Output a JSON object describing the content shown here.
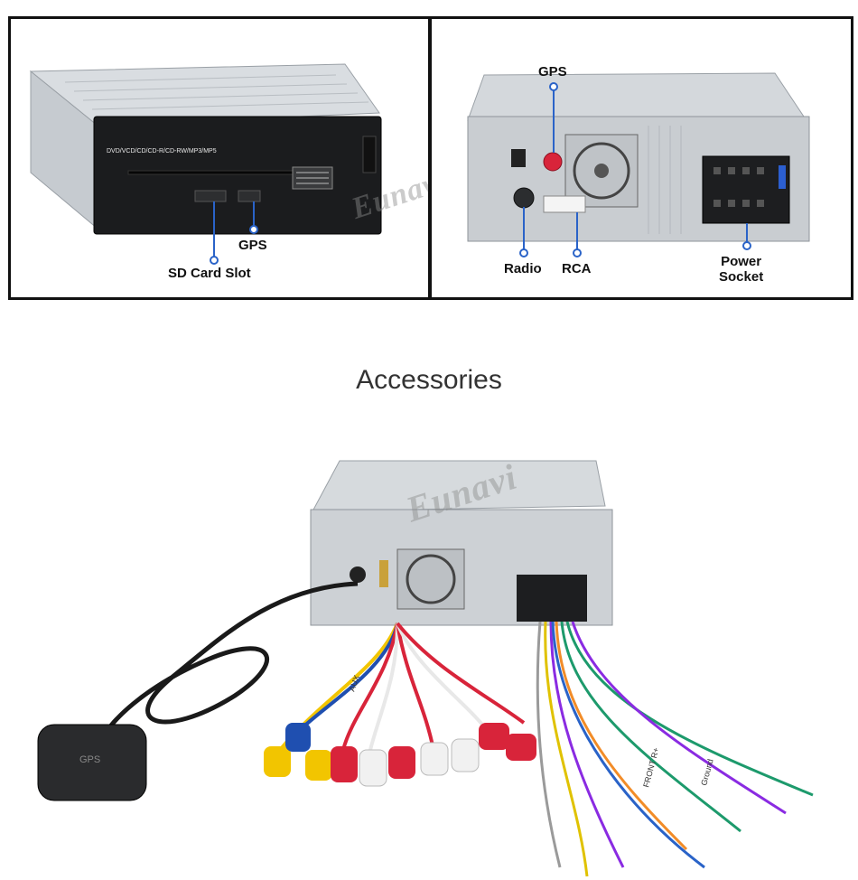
{
  "front_panel": {
    "device_caption": "DVD/VCD/CD/CD-R/CD-RW/MP3/MP5",
    "labels": {
      "gps": "GPS",
      "sd_card_slot": "SD Card Slot"
    }
  },
  "rear_panel": {
    "labels": {
      "gps": "GPS",
      "radio": "Radio",
      "rca": "RCA",
      "power_socket": "Power\nSocket"
    }
  },
  "watermark": "Eunavi",
  "accessories": {
    "title": "Accessories",
    "gps_antenna_label": "GPS",
    "wire_tags": [
      "AUX",
      "FRONT R+",
      "Ground"
    ]
  },
  "colors": {
    "callout": "#2a63c8",
    "frame": "#111111",
    "rca_red": "#d8243a",
    "rca_yellow": "#f2c500",
    "rca_white": "#f1f1f1",
    "rca_blue": "#1f4fb0"
  }
}
